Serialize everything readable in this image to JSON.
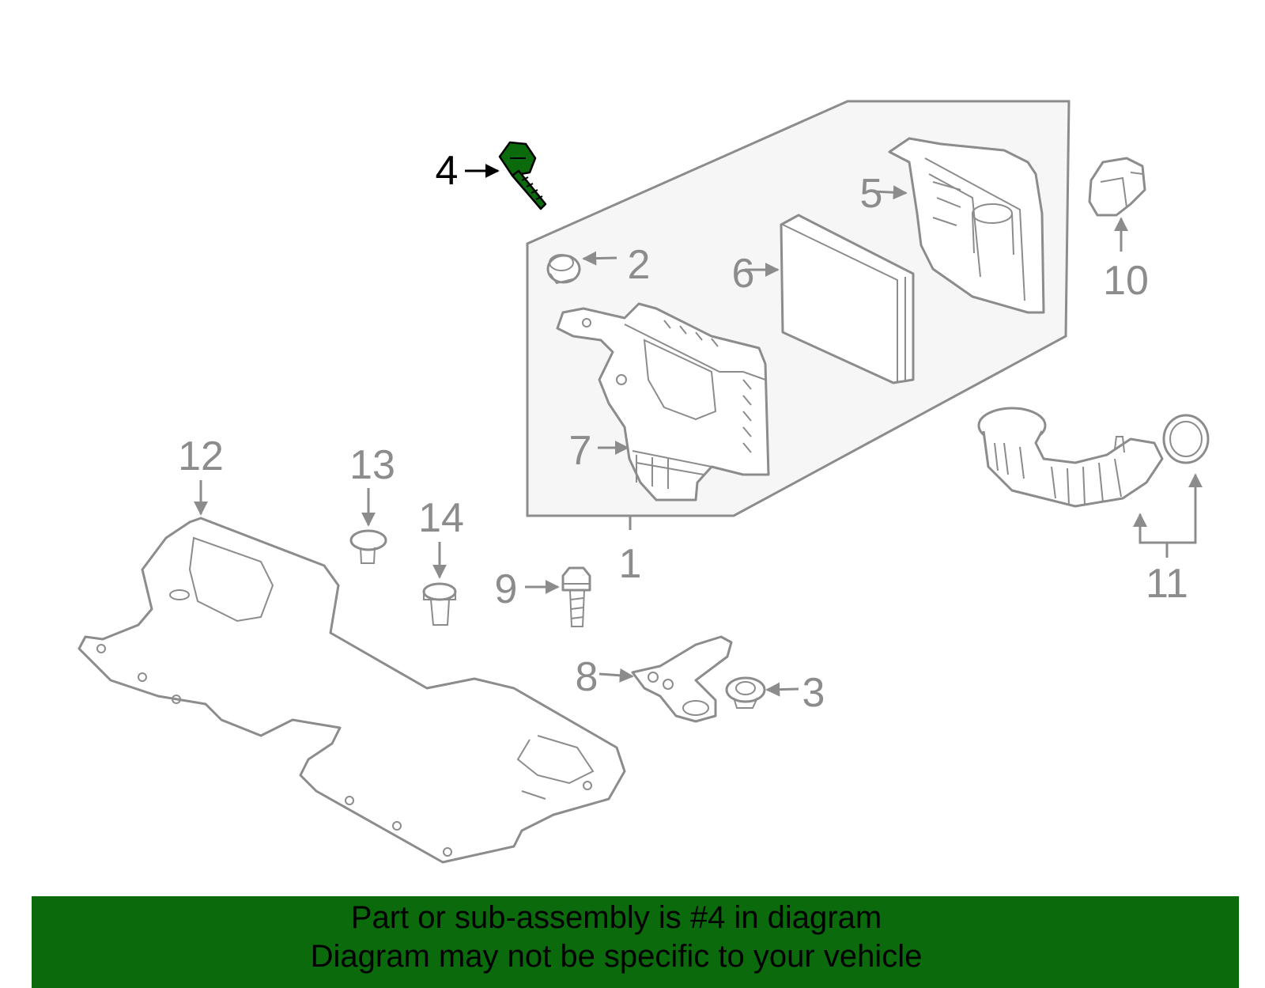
{
  "diagram": {
    "highlight_part": "4",
    "highlight_color": "#0b6a0b",
    "line_color": "#8c8c8c",
    "callouts": {
      "c1": "1",
      "c2": "2",
      "c3": "3",
      "c4": "4",
      "c5": "5",
      "c6": "6",
      "c7": "7",
      "c8": "8",
      "c9": "9",
      "c10": "10",
      "c11": "11",
      "c12": "12",
      "c13": "13",
      "c14": "14"
    }
  },
  "banner": {
    "line1": "Part or sub-assembly is #4 in diagram",
    "line2": "Diagram may not be specific to your vehicle",
    "background": "#0b6a0b"
  }
}
